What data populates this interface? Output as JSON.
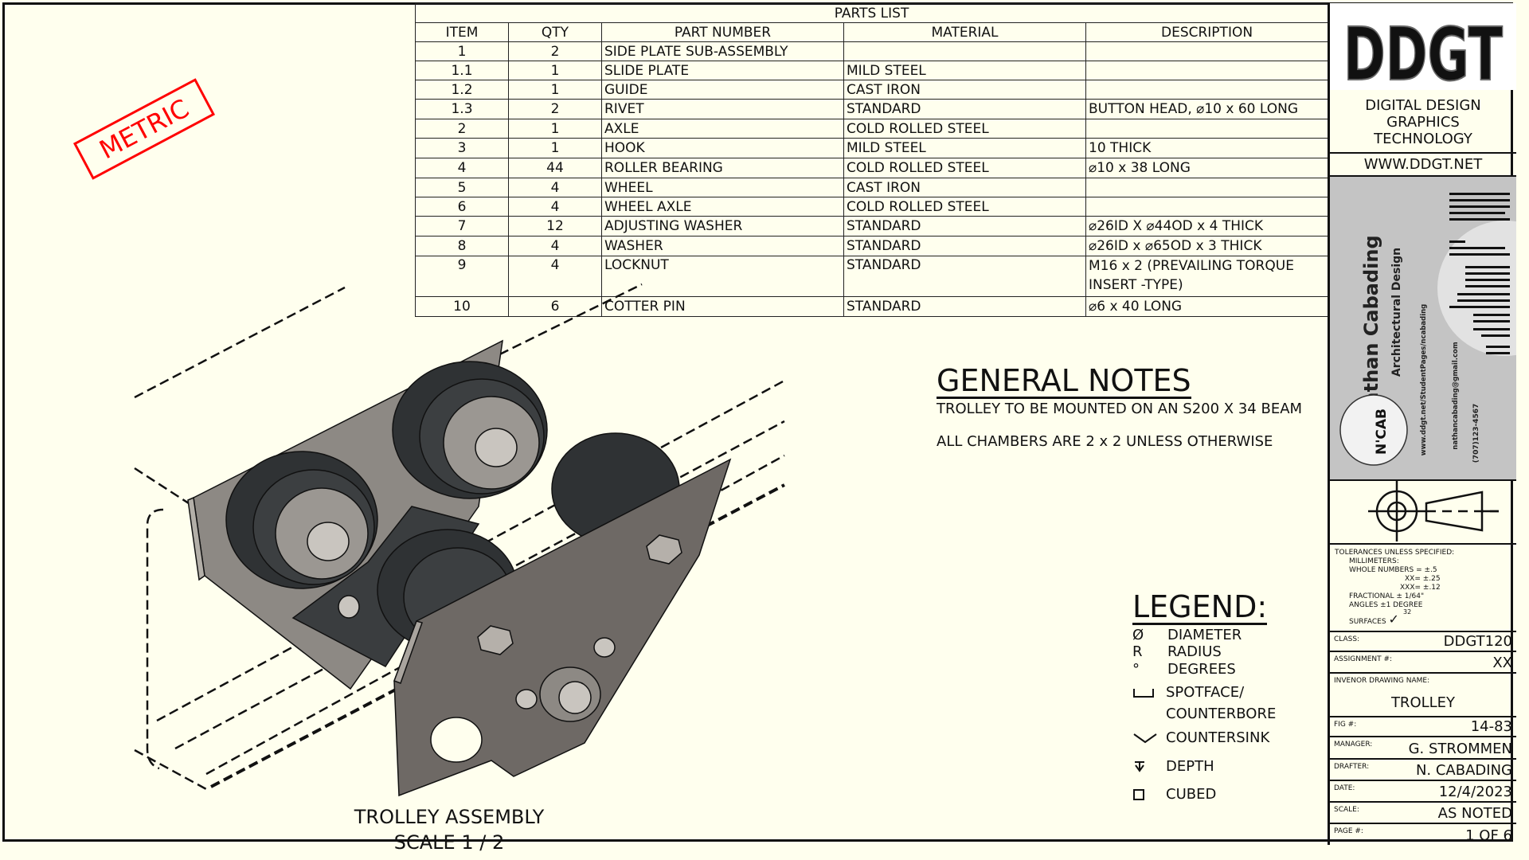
{
  "stamp": {
    "text": "METRIC",
    "color": "#FF0000"
  },
  "parts_list": {
    "title": "PARTS LIST",
    "columns": [
      "ITEM",
      "QTY",
      "PART NUMBER",
      "MATERIAL",
      "DESCRIPTION"
    ],
    "rows": [
      [
        "1",
        "2",
        "SIDE PLATE SUB-ASSEMBLY",
        "",
        ""
      ],
      [
        "1.1",
        "1",
        "SLIDE PLATE",
        "MILD STEEL",
        ""
      ],
      [
        "1.2",
        "1",
        "GUIDE",
        "CAST IRON",
        ""
      ],
      [
        "1.3",
        "2",
        "RIVET",
        "STANDARD",
        "BUTTON HEAD, ⌀10 x 60 LONG"
      ],
      [
        "2",
        "1",
        "AXLE",
        "COLD ROLLED STEEL",
        ""
      ],
      [
        "3",
        "1",
        "HOOK",
        "MILD STEEL",
        "10 THICK"
      ],
      [
        "4",
        "44",
        "ROLLER BEARING",
        "COLD ROLLED STEEL",
        " ⌀10 x 38 LONG"
      ],
      [
        "5",
        "4",
        "WHEEL",
        "CAST IRON",
        ""
      ],
      [
        "6",
        "4",
        "WHEEL AXLE",
        "COLD ROLLED STEEL",
        ""
      ],
      [
        "7",
        "12",
        "ADJUSTING WASHER",
        "STANDARD",
        " ⌀26ID X ⌀44OD x 4 THICK"
      ],
      [
        "8",
        "4",
        "WASHER",
        "STANDARD",
        " ⌀26ID x ⌀65OD x 3 THICK"
      ],
      [
        "9",
        "4",
        "LOCKNUT",
        "STANDARD",
        "M16 x 2 (PREVAILING TORQUE INSERT -TYPE)"
      ],
      [
        "10",
        "6",
        "COTTER PIN",
        "STANDARD",
        " ⌀6 x 40 LONG"
      ]
    ]
  },
  "general_notes": {
    "title": "GENERAL NOTES",
    "lines": [
      "TROLLEY TO BE MOUNTED ON AN S200 X 34 BEAM",
      "ALL CHAMBERS ARE 2 x 2 UNLESS OTHERWISE"
    ]
  },
  "legend": {
    "title": "LEGEND:",
    "items": [
      {
        "symbol": "Ø",
        "label": "DIAMETER"
      },
      {
        "symbol": "R",
        "label": "RADIUS"
      },
      {
        "symbol": "°",
        "label": "DEGREES"
      },
      {
        "symbol": "spotface-icon",
        "label": "SPOTFACE/"
      },
      {
        "symbol": "",
        "label": "COUNTERBORE"
      },
      {
        "symbol": "countersink-icon",
        "label": "COUNTERSINK"
      },
      {
        "symbol": "depth-icon",
        "label": "DEPTH"
      },
      {
        "symbol": "square-icon",
        "label": "CUBED"
      }
    ]
  },
  "view": {
    "caption": "TROLLEY ASSEMBLY",
    "scale": "SCALE 1 / 2"
  },
  "title_block": {
    "logo": "DDGT",
    "org_lines": [
      "DIGITAL DESIGN",
      "GRAPHICS",
      "TECHNOLOGY"
    ],
    "website": "WWW.DDGT.NET",
    "card": {
      "name": "Nathan Cabading",
      "subtitle": "Architectural Design",
      "logo_text": "N'CAB",
      "url": "www.ddgt.net/StudentPages/ncabading",
      "email": "nathancabading@gmail.com",
      "phone": "(707)123-4567"
    },
    "tolerances": {
      "heading": "TOLERANCES UNLESS SPECIFIED:",
      "lines": [
        "MILLIMETERS:",
        "WHOLE NUMBERS = ±.5",
        "XX= ±.25",
        "XXX= ±.12",
        "FRACTIONAL ± 1/64\"",
        "ANGLES ±1 DEGREE"
      ],
      "surfaces": "SURFACES",
      "surface_value": "32"
    },
    "fields": [
      {
        "label": "CLASS:",
        "value": "DDGT120"
      },
      {
        "label": "ASSIGNMENT #:",
        "value": "XX"
      },
      {
        "label": "INVENOR DRAWING NAME:",
        "value": "TROLLEY"
      },
      {
        "label": "FIG #:",
        "value": "14-83"
      },
      {
        "label": "MANAGER:",
        "value": "G. STROMMEN"
      },
      {
        "label": "DRAFTER:",
        "value": "N. CABADING"
      },
      {
        "label": "DATE:",
        "value": "12/4/2023"
      },
      {
        "label": "SCALE:",
        "value": "AS NOTED"
      },
      {
        "label": "PAGE #:",
        "value": "1 OF 6"
      }
    ]
  }
}
